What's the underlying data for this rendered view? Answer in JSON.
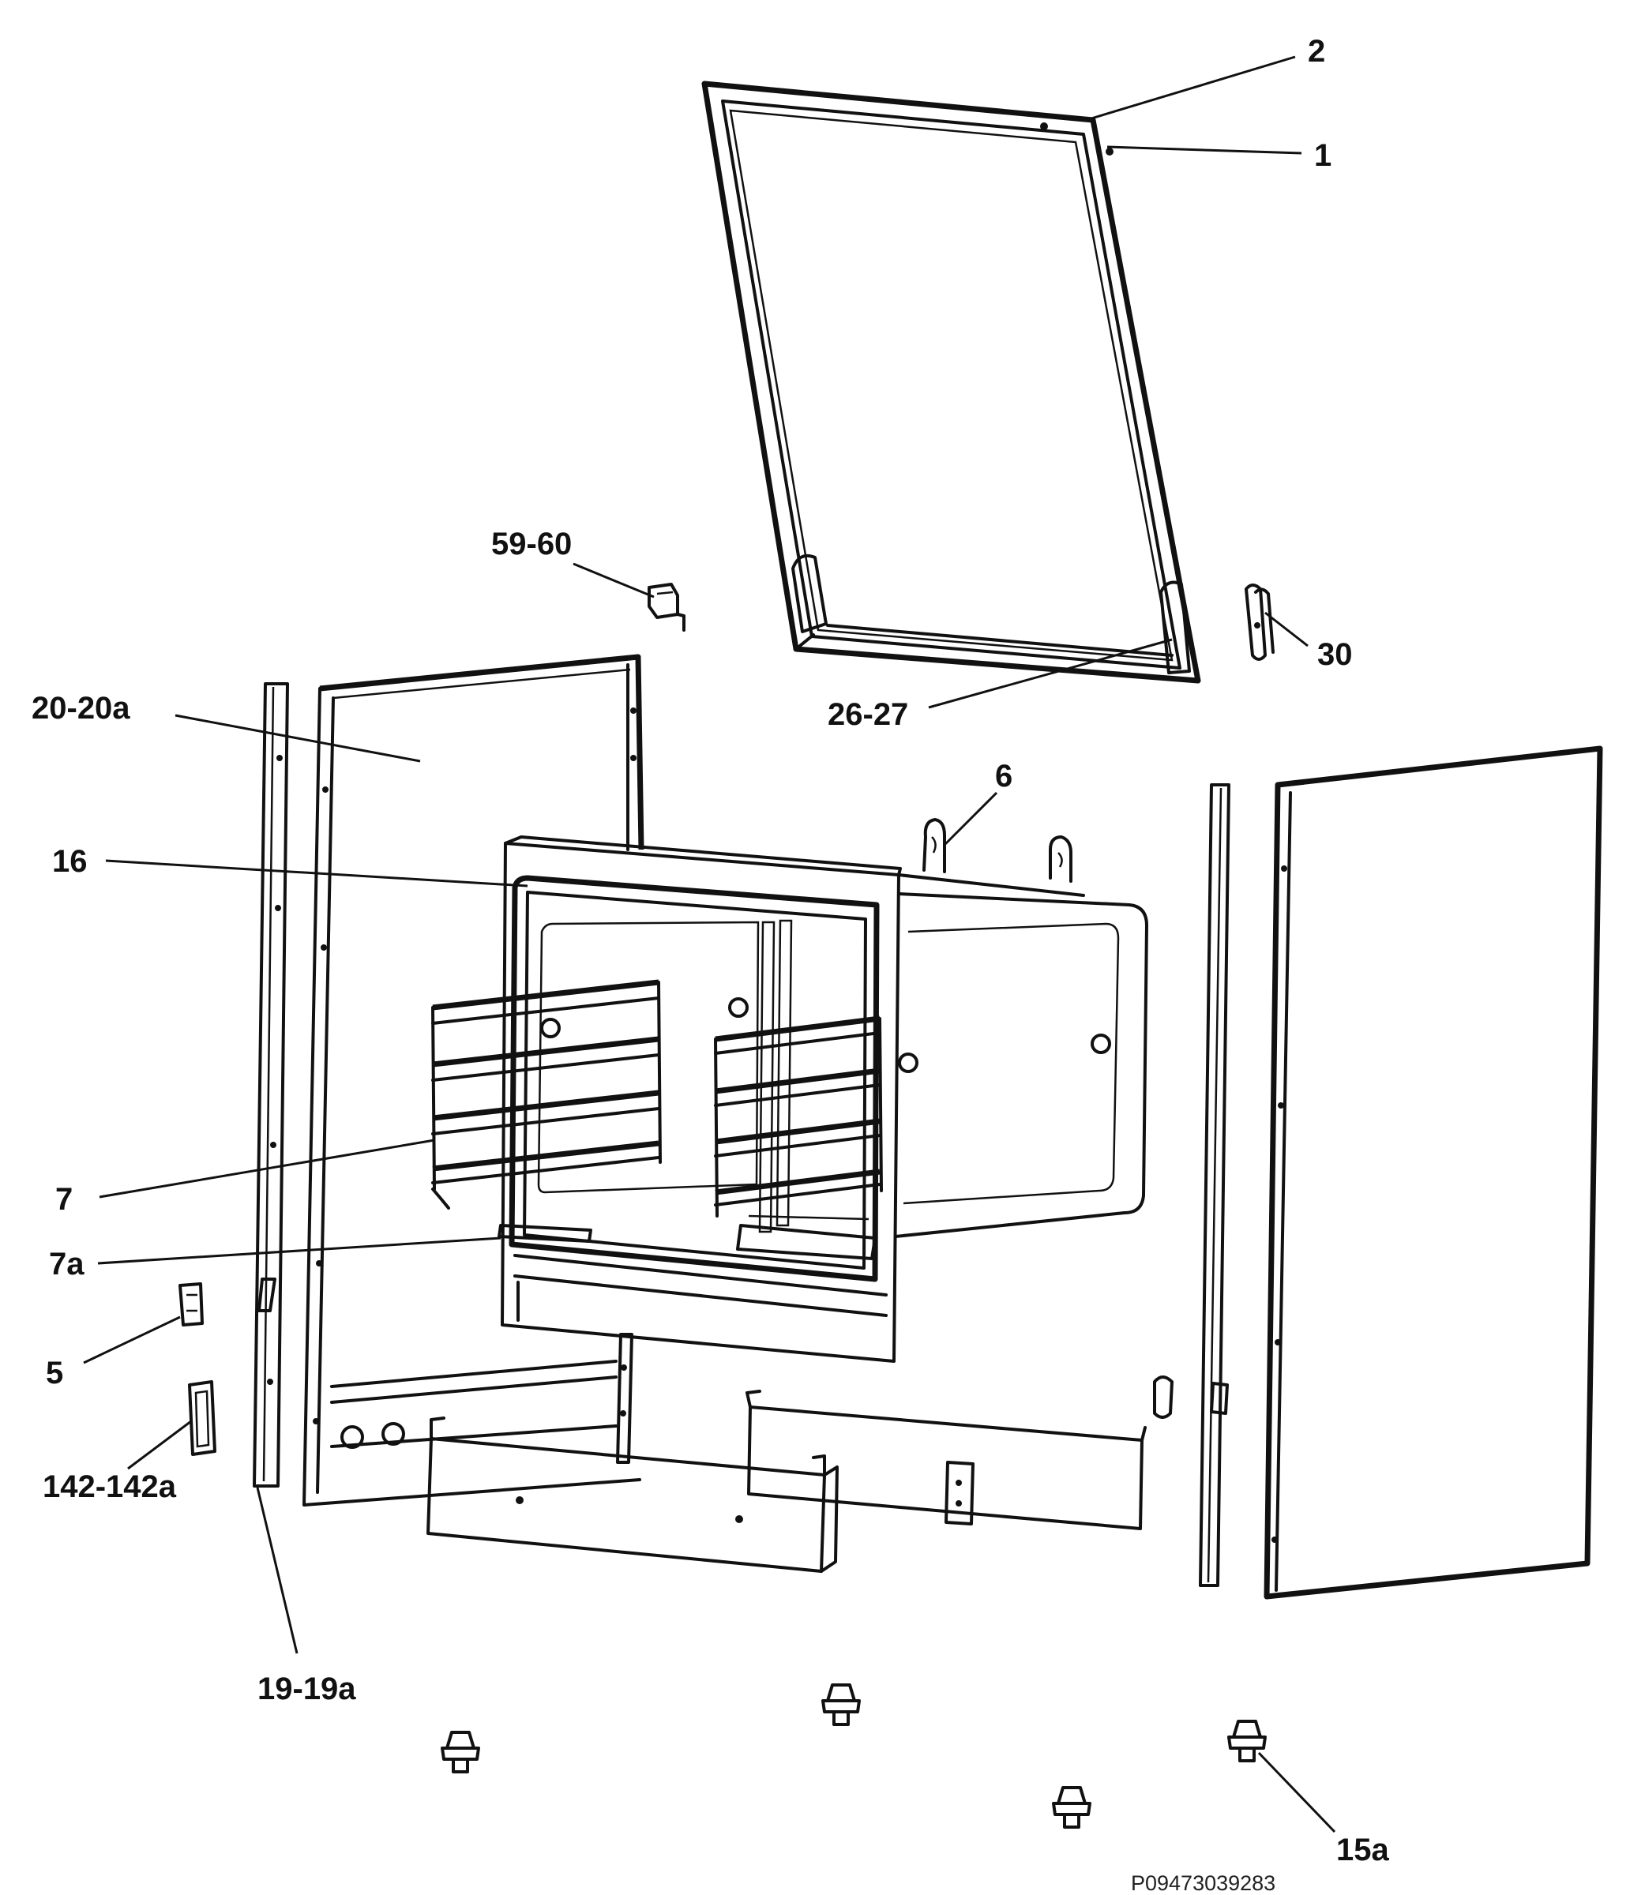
{
  "drawing_code": "P09473039283",
  "callouts": [
    {
      "id": "2",
      "label": "2"
    },
    {
      "id": "1",
      "label": "1"
    },
    {
      "id": "59-60",
      "label": "59-60"
    },
    {
      "id": "30",
      "label": "30"
    },
    {
      "id": "26-27",
      "label": "26-27"
    },
    {
      "id": "20-20a",
      "label": "20-20a"
    },
    {
      "id": "6",
      "label": "6"
    },
    {
      "id": "16",
      "label": "16"
    },
    {
      "id": "7",
      "label": "7"
    },
    {
      "id": "7a",
      "label": "7a"
    },
    {
      "id": "5",
      "label": "5"
    },
    {
      "id": "142-142a",
      "label": "142-142a"
    },
    {
      "id": "19-19a",
      "label": "19-19a"
    },
    {
      "id": "15a",
      "label": "15a"
    }
  ]
}
